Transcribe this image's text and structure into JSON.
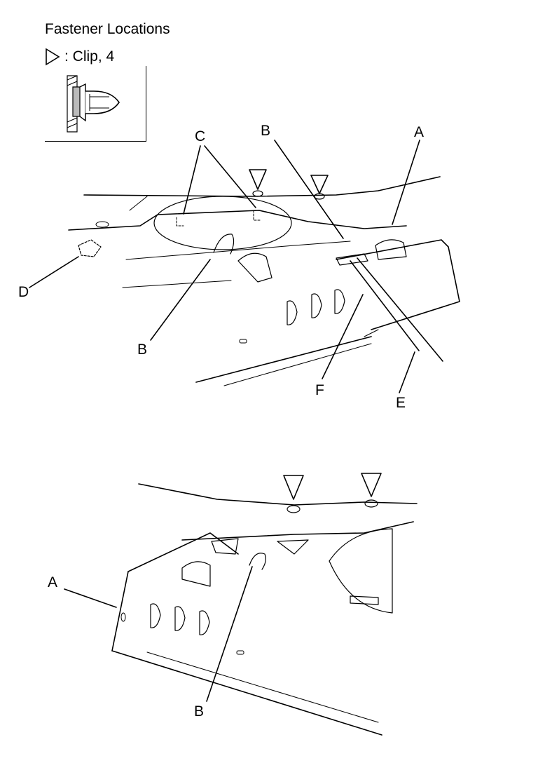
{
  "header": {
    "title": "Fastener Locations",
    "legend_text": ": Clip, 4"
  },
  "callouts": {
    "upper": {
      "A": "A",
      "B_top": "B",
      "B_bottom": "B",
      "C": "C",
      "D": "D",
      "E": "E",
      "F": "F"
    },
    "lower": {
      "A": "A",
      "B": "B"
    }
  }
}
